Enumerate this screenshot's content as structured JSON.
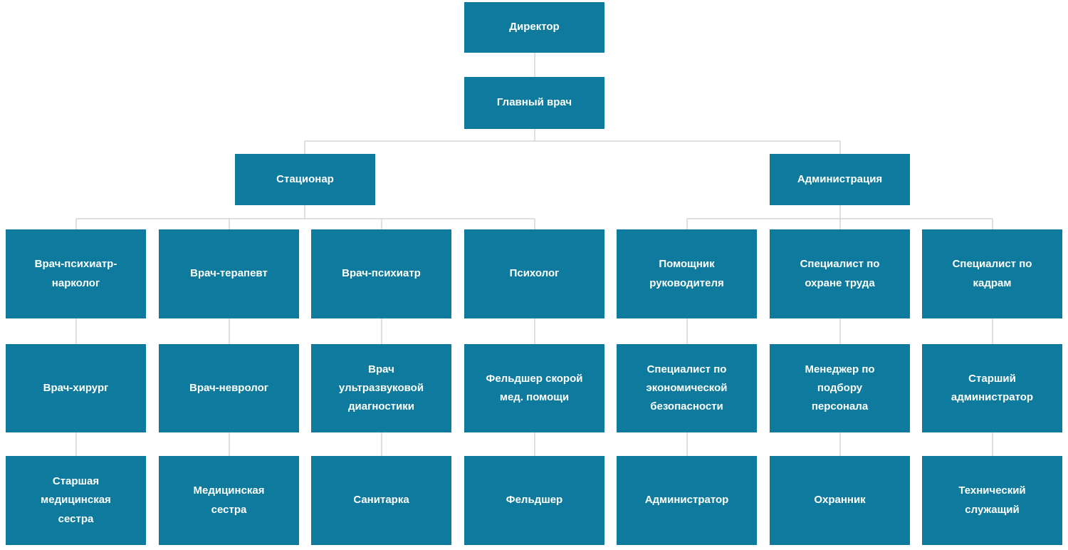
{
  "org_chart": {
    "colors": {
      "box": "#0e7b9e",
      "line": "#c9cdd1",
      "text": "#ffffff",
      "background": "#ffffff"
    },
    "nodes": {
      "director": "Директор",
      "chief_doctor": "Главный врач",
      "inpatient": "Стационар",
      "administration": "Администрация"
    },
    "columns": [
      {
        "head": "Врач-психиатр-нарколог",
        "mid": "Врач-хирург",
        "bottom": "Старшая медицинская сестра"
      },
      {
        "head": "Врач-терапевт",
        "mid": "Врач-невролог",
        "bottom": "Медицинская сестра"
      },
      {
        "head": "Врач-психиатр",
        "mid": "Врач ультразвуковой диагностики",
        "bottom": "Санитарка"
      },
      {
        "head": "Психолог",
        "mid": "Фельдшер скорой мед. помощи",
        "bottom": "Фельдшер"
      },
      {
        "head": "Помощник руководителя",
        "mid": "Специалист по экономической безопасности",
        "bottom": "Администратор"
      },
      {
        "head": "Специалист по охране труда",
        "mid": "Менеджер по подбору персонала",
        "bottom": "Охранник"
      },
      {
        "head": "Специалист по кадрам",
        "mid": "Старший администратор",
        "bottom": "Технический служащий"
      }
    ]
  }
}
